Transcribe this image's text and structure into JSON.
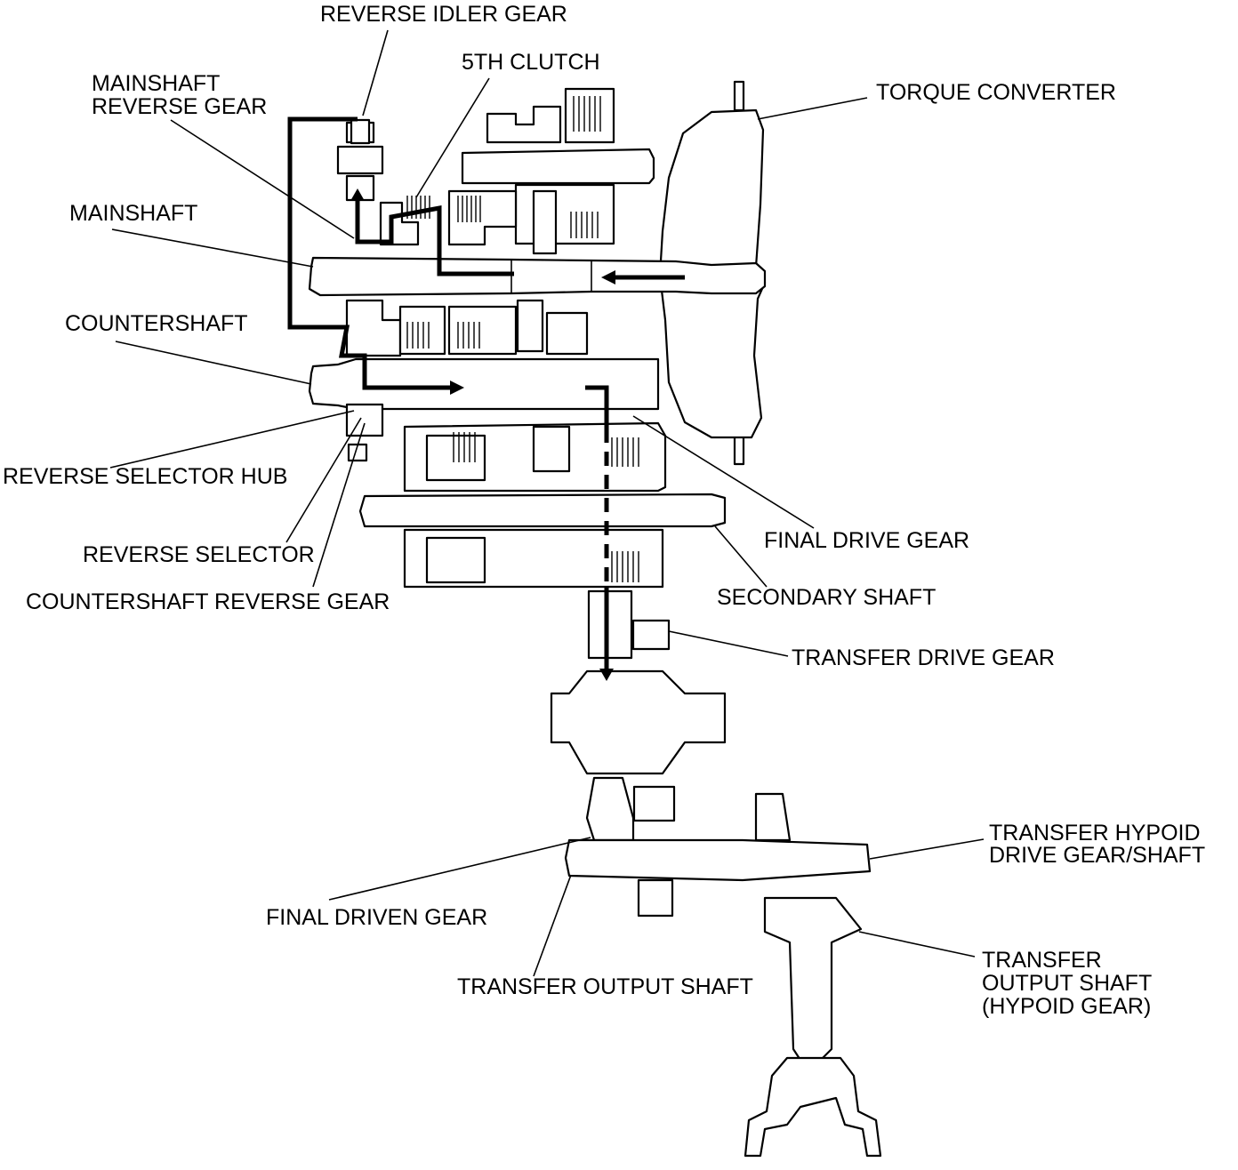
{
  "diagram": {
    "labels": {
      "reverse_idler_gear": "REVERSE IDLER GEAR",
      "fifth_clutch": "5TH CLUTCH",
      "mainshaft_reverse_gear_l1": "MAINSHAFT",
      "mainshaft_reverse_gear_l2": "REVERSE GEAR",
      "torque_converter": "TORQUE CONVERTER",
      "mainshaft": "MAINSHAFT",
      "countershaft": "COUNTERSHAFT",
      "reverse_selector_hub": "REVERSE SELECTOR HUB",
      "reverse_selector": "REVERSE SELECTOR",
      "countershaft_reverse_gear": "COUNTERSHAFT REVERSE GEAR",
      "final_drive_gear": "FINAL DRIVE GEAR",
      "secondary_shaft": "SECONDARY SHAFT",
      "transfer_drive_gear": "TRANSFER DRIVE GEAR",
      "transfer_hypoid_drive_l1": "TRANSFER HYPOID",
      "transfer_hypoid_drive_l2": "DRIVE GEAR/SHAFT",
      "final_driven_gear": "FINAL DRIVEN GEAR",
      "transfer_output_shaft": "TRANSFER OUTPUT SHAFT",
      "transfer_output_hypoid_l1": "TRANSFER",
      "transfer_output_hypoid_l2": "OUTPUT SHAFT",
      "transfer_output_hypoid_l3": "(HYPOID GEAR)"
    },
    "colors": {
      "line": "#000000",
      "background": "#ffffff"
    }
  }
}
